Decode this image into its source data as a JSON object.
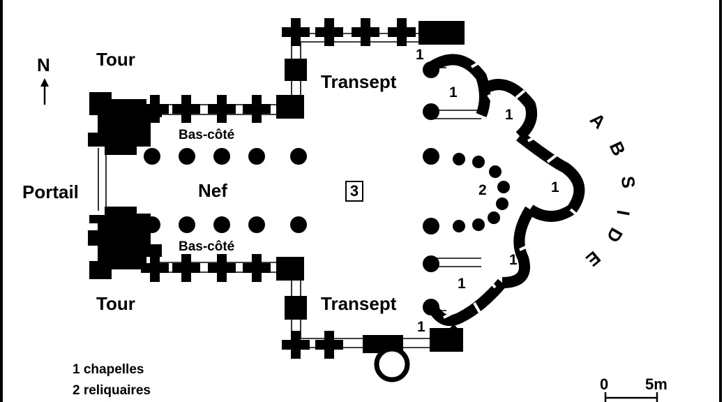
{
  "labels": {
    "north": "N",
    "tower_top": "Tour",
    "tower_bottom": "Tour",
    "portal": "Portail",
    "nave": "Nef",
    "aisle_top": "Bas-côté",
    "aisle_bottom": "Bas-côté",
    "transept_top": "Transept",
    "transept_bottom": "Transept",
    "choir_box": "3"
  },
  "apse_letters": [
    "A",
    "B",
    "S",
    "I",
    "D",
    "E"
  ],
  "chapel_marker": "1",
  "reliquary_marker": "2",
  "legend": {
    "chapelles": "1 chapelles",
    "reliquaires": "2 reliquaires"
  },
  "scale": {
    "start": "0",
    "end": "5m"
  },
  "colors": {
    "ink": "#000000",
    "background": "#ffffff"
  }
}
